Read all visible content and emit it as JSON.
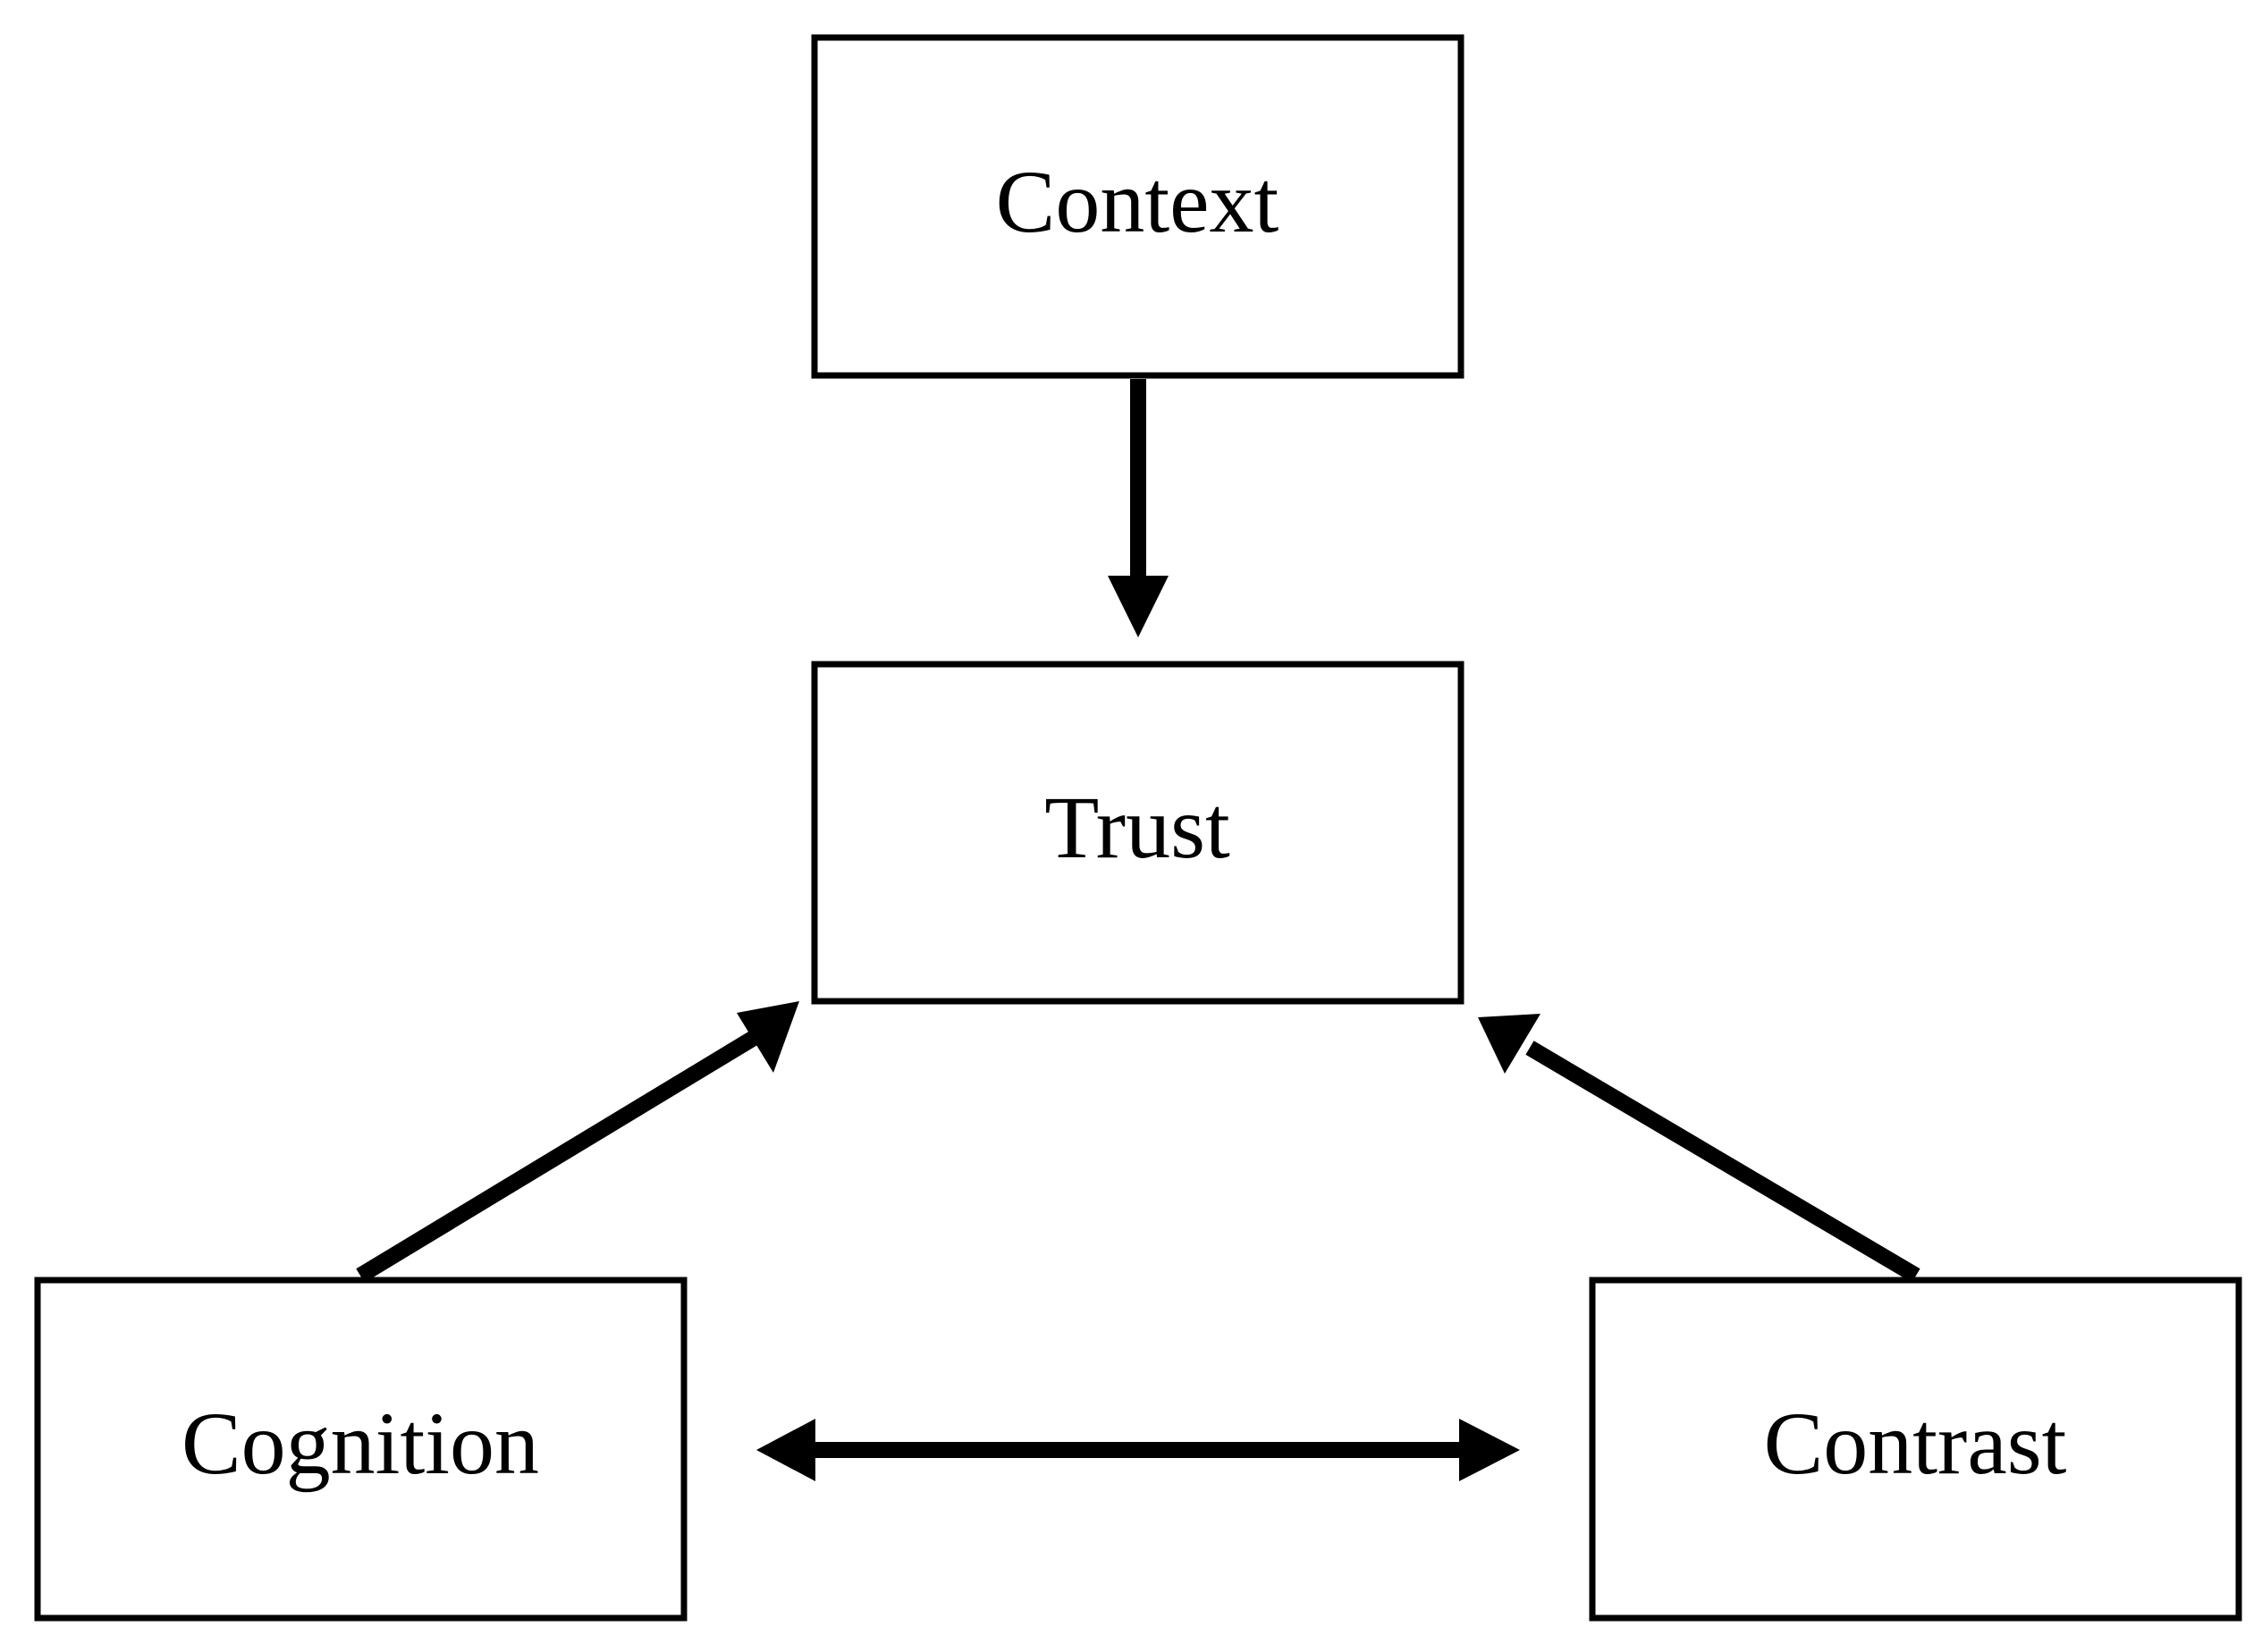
{
  "diagram": {
    "nodes": {
      "context": {
        "label": "Context"
      },
      "trust": {
        "label": "Trust"
      },
      "cognition": {
        "label": "Cognition"
      },
      "contrast": {
        "label": "Contrast"
      }
    },
    "edges": [
      {
        "from": "context",
        "to": "trust",
        "direction": "forward"
      },
      {
        "from": "cognition",
        "to": "trust",
        "direction": "forward"
      },
      {
        "from": "contrast",
        "to": "trust",
        "direction": "forward"
      },
      {
        "from": "cognition",
        "to": "contrast",
        "direction": "both"
      }
    ],
    "colors": {
      "stroke": "#000000",
      "background": "#ffffff"
    }
  }
}
